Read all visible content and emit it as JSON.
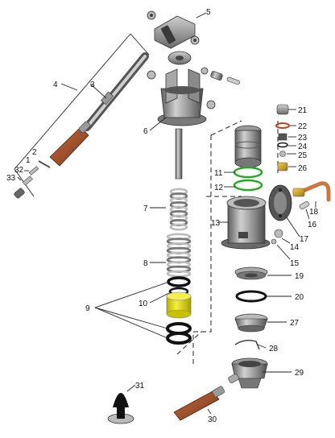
{
  "callouts": [
    {
      "id": "1",
      "label": "1"
    },
    {
      "id": "2",
      "label": "2"
    },
    {
      "id": "3",
      "label": "3"
    },
    {
      "id": "4",
      "label": "4"
    },
    {
      "id": "5",
      "label": "5"
    },
    {
      "id": "6",
      "label": "6"
    },
    {
      "id": "7",
      "label": "7"
    },
    {
      "id": "8",
      "label": "8"
    },
    {
      "id": "9",
      "label": "9"
    },
    {
      "id": "10",
      "label": "10"
    },
    {
      "id": "11",
      "label": "11"
    },
    {
      "id": "12",
      "label": "12"
    },
    {
      "id": "13",
      "label": "13"
    },
    {
      "id": "14",
      "label": "14"
    },
    {
      "id": "15",
      "label": "15"
    },
    {
      "id": "16",
      "label": "16"
    },
    {
      "id": "17",
      "label": "17"
    },
    {
      "id": "18",
      "label": "18"
    },
    {
      "id": "19",
      "label": "19"
    },
    {
      "id": "20",
      "label": "20"
    },
    {
      "id": "21",
      "label": "21"
    },
    {
      "id": "22",
      "label": "22"
    },
    {
      "id": "23",
      "label": "23"
    },
    {
      "id": "24",
      "label": "24"
    },
    {
      "id": "25",
      "label": "25"
    },
    {
      "id": "26",
      "label": "26"
    },
    {
      "id": "27",
      "label": "27"
    },
    {
      "id": "28",
      "label": "28"
    },
    {
      "id": "29",
      "label": "29"
    },
    {
      "id": "30",
      "label": "30"
    },
    {
      "id": "31",
      "label": "31"
    },
    {
      "id": "32",
      "label": "32"
    },
    {
      "id": "33",
      "label": "33"
    }
  ],
  "colors": {
    "metal": "#8e8e8e",
    "metal_light": "#c8c8c8",
    "metal_dark": "#5a5a5a",
    "wood": "#a0522d",
    "wood_dark": "#6e3418",
    "seal_green": "#22aa22",
    "piston_yellow": "#e8e020",
    "brass": "#c8a030",
    "copper": "#c87840",
    "black": "#111111",
    "line": "#222222"
  }
}
